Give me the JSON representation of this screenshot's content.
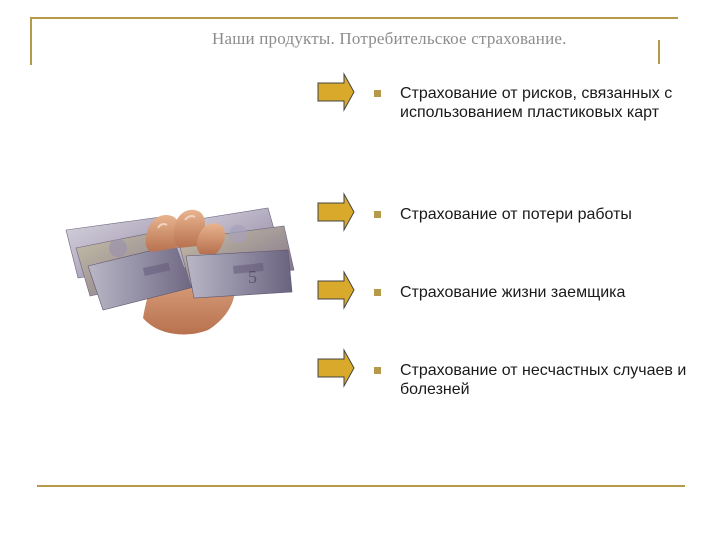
{
  "slide": {
    "title": "Наши продукты. Потребительское страхование.",
    "accent_color": "#b59a4a",
    "arrow_color": "#d9a92b",
    "items": [
      {
        "text": "Страхование от рисков, связанных с использованием пластиковых карт"
      },
      {
        "text": "Страхование от потери работы"
      },
      {
        "text": "Страхование жизни заемщика"
      },
      {
        "text": "Страхование от несчастных случаев и болезней"
      }
    ],
    "image": {
      "icon": "hand-with-money-icon"
    }
  }
}
